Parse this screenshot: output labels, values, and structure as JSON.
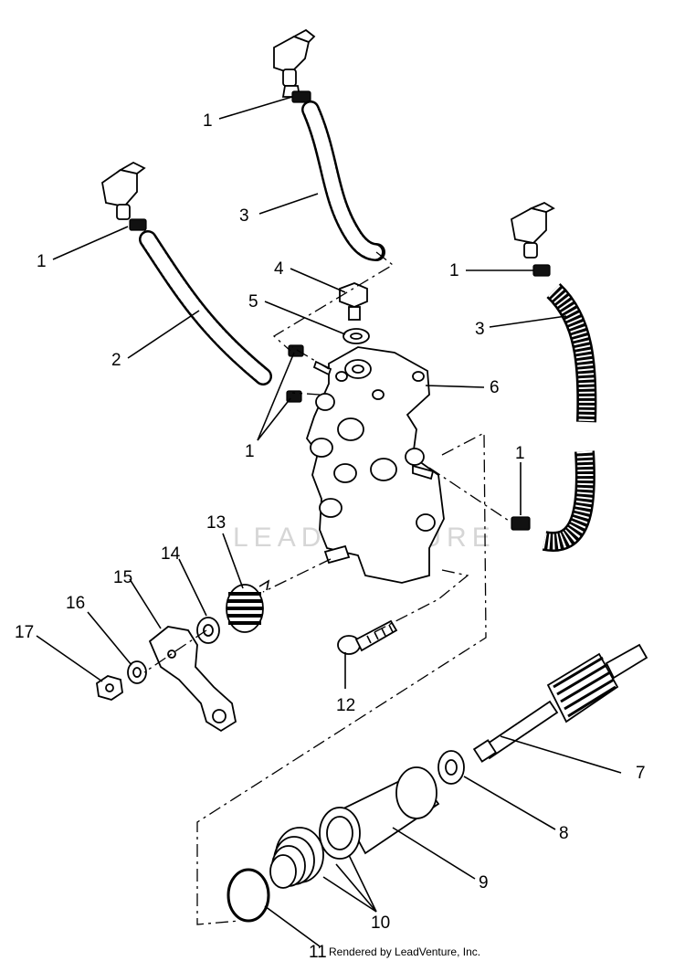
{
  "watermark": "LEADVENTURE",
  "credit": "Rendered by LeadVenture, Inc.",
  "callouts": {
    "c1a": "1",
    "c1b": "1",
    "c1c": "1",
    "c1d": "1",
    "c1e": "1",
    "c2": "2",
    "c3a": "3",
    "c3b": "3",
    "c4": "4",
    "c5": "5",
    "c6": "6",
    "c7": "7",
    "c8": "8",
    "c9": "9",
    "c10": "10",
    "c11": "11",
    "c12": "12",
    "c13": "13",
    "c14": "14",
    "c15": "15",
    "c16": "16",
    "c17": "17"
  }
}
